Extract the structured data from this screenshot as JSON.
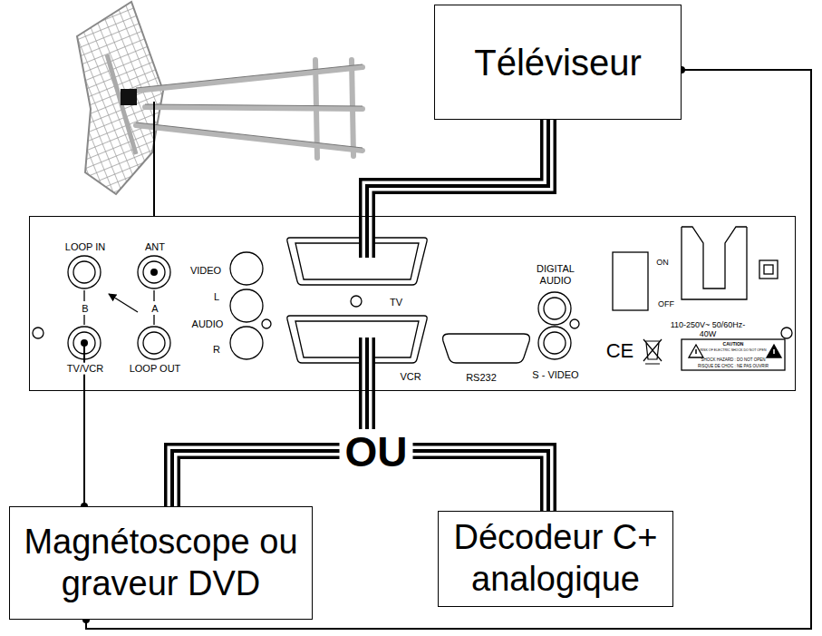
{
  "diagram": {
    "nodes": [
      {
        "text": [
          "Téléviseur"
        ]
      },
      {
        "text": [
          "LOOP IN",
          "ANT",
          "B",
          "A",
          "TV/VCR",
          "LOOP OUT",
          "VIDEO",
          "L",
          "AUDIO",
          "R",
          "TV",
          "VCR",
          "RS232",
          "DIGITAL AUDIO",
          "S - VIDEO",
          "ON",
          "OFF",
          "110-250V~ 50/60Hz-40W",
          "CE",
          "CAUTION",
          "RISK OF ELECTRIC SHOCK DO NOT OPEN",
          "SHOCK HAZARD : DO NOT OPEN",
          "RISQUE DE CHOC : NE PAS OUVRIR"
        ]
      },
      {
        "text": [
          "Magnétoscope ou graveur DVD"
        ]
      },
      {
        "text": [
          "Décodeur C+ analogique"
        ]
      }
    ],
    "edges": [
      {
        "from": 0,
        "to": 1,
        "arrow": "none"
      },
      {
        "from": 1,
        "to": 2,
        "arrow": "none"
      },
      {
        "from": 1,
        "to": 3,
        "arrow": "none"
      },
      {
        "from": 1,
        "to": 2,
        "arrow": "none"
      },
      {
        "from": 2,
        "to": 0,
        "arrow": "none"
      }
    ],
    "labels": [
      "OU"
    ]
  }
}
